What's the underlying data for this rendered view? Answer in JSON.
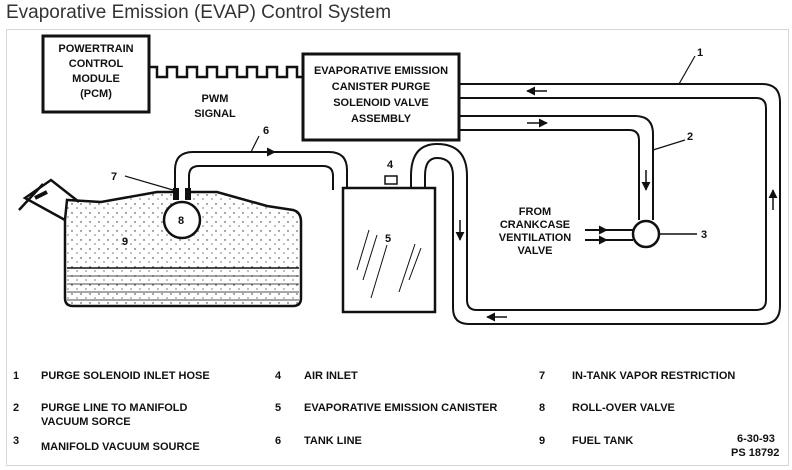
{
  "title": "Evaporative Emission (EVAP) Control System",
  "diagram": {
    "pcm_lines": [
      "POWERTRAIN",
      "CONTROL",
      "MODULE",
      "(PCM)"
    ],
    "signal_lines": [
      "PWM",
      "SIGNAL"
    ],
    "valve_lines": [
      "EVAPORATIVE EMISSION",
      "CANISTER PURGE",
      "SOLENOID VALVE",
      "ASSEMBLY"
    ],
    "crankcase_lines": [
      "FROM",
      "CRANKCASE",
      "VENTILATION",
      "VALVE"
    ],
    "callouts": [
      "1",
      "2",
      "3",
      "4",
      "5",
      "6",
      "7",
      "8",
      "9"
    ]
  },
  "legend": [
    {
      "num": "1",
      "lines": [
        "PURGE SOLENOID INLET HOSE"
      ]
    },
    {
      "num": "2",
      "lines": [
        "PURGE LINE TO MANIFOLD",
        "VACUUM SORCE"
      ]
    },
    {
      "num": "3",
      "lines": [
        "MANIFOLD VACUUM SOURCE"
      ]
    },
    {
      "num": "4",
      "lines": [
        "AIR INLET"
      ]
    },
    {
      "num": "5",
      "lines": [
        "EVAPORATIVE EMISSION CANISTER"
      ]
    },
    {
      "num": "6",
      "lines": [
        "TANK LINE"
      ]
    },
    {
      "num": "7",
      "lines": [
        "IN-TANK VAPOR RESTRICTION"
      ]
    },
    {
      "num": "8",
      "lines": [
        "ROLL-OVER VALVE"
      ]
    },
    {
      "num": "9",
      "lines": [
        "FUEL TANK"
      ]
    }
  ],
  "footer": {
    "date": "6-30-93",
    "code": "PS 18792"
  }
}
